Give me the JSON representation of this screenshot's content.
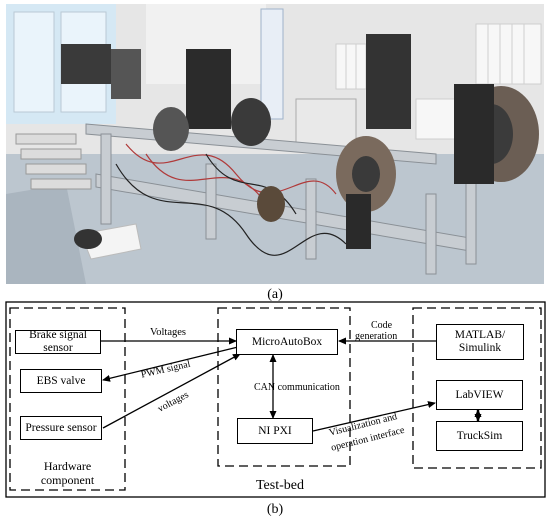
{
  "figure": {
    "label_a": "(a)",
    "label_b": "(b)"
  },
  "diagram": {
    "nodes": {
      "brake_signal_sensor": "Brake signal sensor",
      "ebs_valve": "EBS valve",
      "pressure_sensor": "Pressure sensor",
      "microautobox": "MicroAutoBox",
      "ni_pxi": "NI PXI",
      "matlab_line1": "MATLAB/",
      "matlab_line2": "Simulink",
      "labview": "LabVIEW",
      "trucksim": "TruckSim"
    },
    "groups": {
      "hardware_line1": "Hardware",
      "hardware_line2": "component",
      "testbed": "Test-bed"
    },
    "edges": {
      "voltages_upper": "Voltages",
      "pwm_signal": "PWM signal",
      "voltages_lower": "voltages",
      "code_line1": "Code",
      "code_line2": "generation",
      "can_communication": "CAN communication",
      "visualization_line1": "Visualization and",
      "visualization_line2": "operation interface"
    }
  }
}
